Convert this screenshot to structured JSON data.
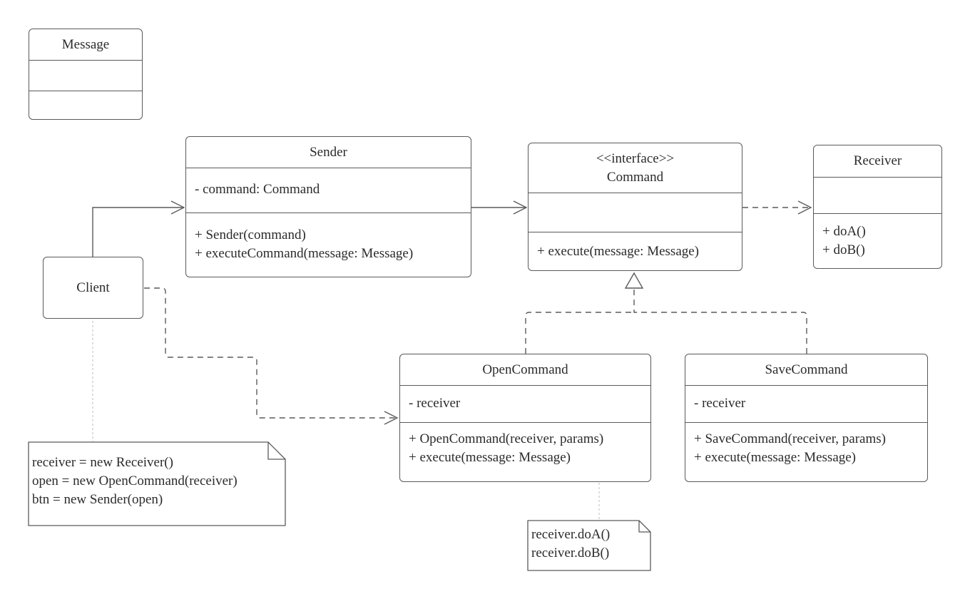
{
  "diagram": {
    "classes": {
      "message": {
        "name": "Message",
        "attributes": [],
        "methods": []
      },
      "sender": {
        "name": "Sender",
        "attributes": [
          "- command: Command"
        ],
        "methods": [
          "+ Sender(command)",
          "+ executeCommand(message: Message)"
        ]
      },
      "command": {
        "stereotype": "<<interface>>",
        "name": "Command",
        "attributes": [],
        "methods": [
          "+ execute(message: Message)"
        ]
      },
      "receiver": {
        "name": "Receiver",
        "attributes": [],
        "methods": [
          "+ doA()",
          "+ doB()"
        ]
      },
      "open_command": {
        "name": "OpenCommand",
        "attributes": [
          "- receiver"
        ],
        "methods": [
          "+ OpenCommand(receiver, params)",
          "+ execute(message: Message)"
        ]
      },
      "save_command": {
        "name": "SaveCommand",
        "attributes": [
          "- receiver"
        ],
        "methods": [
          "+ SaveCommand(receiver, params)",
          "+ execute(message: Message)"
        ]
      }
    },
    "client": {
      "label": "Client"
    },
    "notes": {
      "client_note": [
        "receiver = new Receiver()",
        "open = new OpenCommand(receiver)",
        "btn = new Sender(open)"
      ],
      "execute_note": [
        "receiver.doA()",
        "receiver.doB()"
      ]
    },
    "relationships": [
      {
        "from": "Client",
        "to": "Sender",
        "type": "association"
      },
      {
        "from": "Sender",
        "to": "Command",
        "type": "association"
      },
      {
        "from": "Command",
        "to": "Receiver",
        "type": "dependency"
      },
      {
        "from": "Client",
        "to": "OpenCommand",
        "type": "dependency"
      },
      {
        "from": "OpenCommand",
        "to": "Command",
        "type": "realization"
      },
      {
        "from": "SaveCommand",
        "to": "Command",
        "type": "realization"
      }
    ],
    "colors": {
      "line": "#5a5a5a",
      "note_link": "#c0c0c0",
      "background": "#ffffff"
    }
  }
}
